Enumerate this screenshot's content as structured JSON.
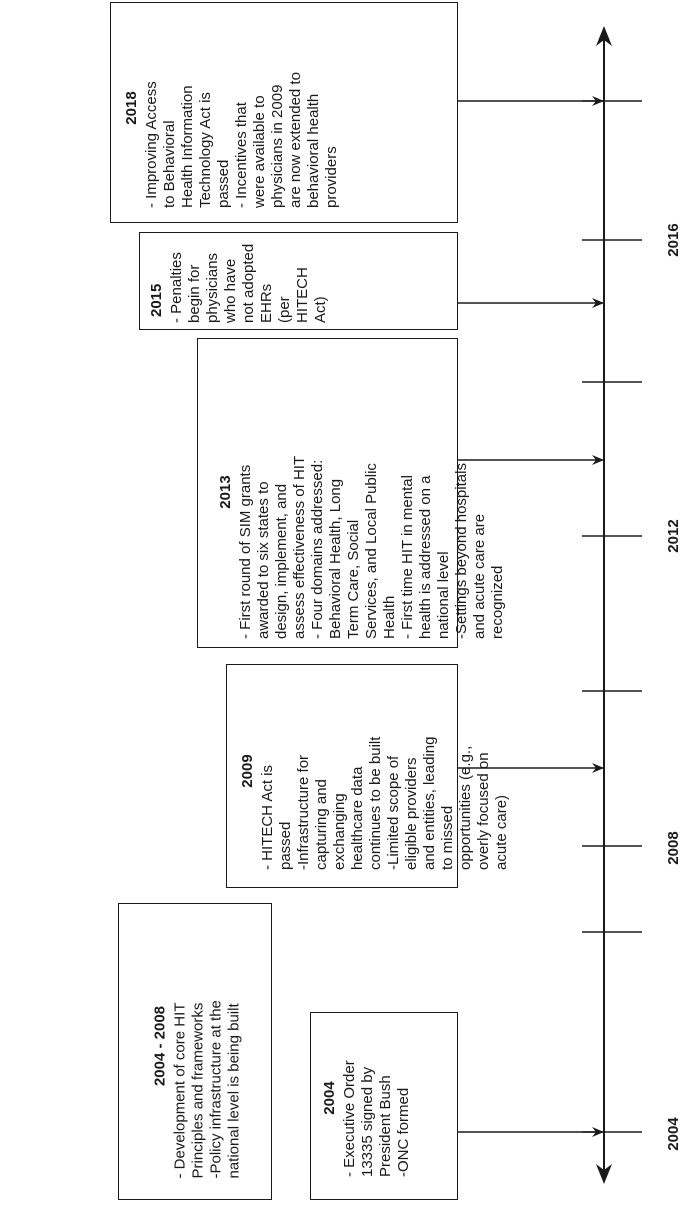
{
  "timeline": {
    "years": [
      "2004",
      "2008",
      "2012",
      "2016"
    ],
    "events": [
      {
        "title": "2004",
        "lines": [
          "- Executive Order",
          "13335 signed by",
          "President Bush",
          "-ONC formed"
        ]
      },
      {
        "title": "2004 - 2008",
        "lines": [
          "- Development of core HIT",
          "Principles and frameworks",
          "-Policy infrastructure at the",
          "national level is being built"
        ]
      },
      {
        "title": "2009",
        "lines": [
          "- HITECH Act is",
          "passed",
          "-Infrastructure for",
          "capturing and",
          "exchanging",
          "healthcare data",
          "continues to be built",
          "-Limited scope of",
          "eligible providers",
          "and entities, leading",
          "to missed",
          "opportunities (e.g.,",
          "overly focused on",
          "acute care)"
        ]
      },
      {
        "title": "2013",
        "lines": [
          "- First round of SIM grants",
          "awarded to six states to",
          "design, implement, and",
          "assess effectiveness of HIT",
          "- Four domains addressed:",
          "Behavioral Health, Long",
          "Term Care, Social",
          "Services, and Local Public",
          "Health",
          "- First time HIT in mental",
          "health is addressed on a",
          "national level",
          "-Settings beyond hospitals",
          "and acute care are",
          "recognized"
        ]
      },
      {
        "title": "2015",
        "lines": [
          "- Penalties",
          "begin for",
          "physicians",
          "who have",
          "not adopted",
          "EHRs",
          "(per",
          "HITECH",
          "Act)"
        ]
      },
      {
        "title": "2018",
        "lines": [
          "- Improving Access",
          "to Behavioral",
          "Health Information",
          "Technology Act is",
          "passed",
          "- Incentives that",
          "were available to",
          "physicians in 2009",
          "are now extended to",
          "behavioral health",
          "providers"
        ]
      }
    ]
  }
}
